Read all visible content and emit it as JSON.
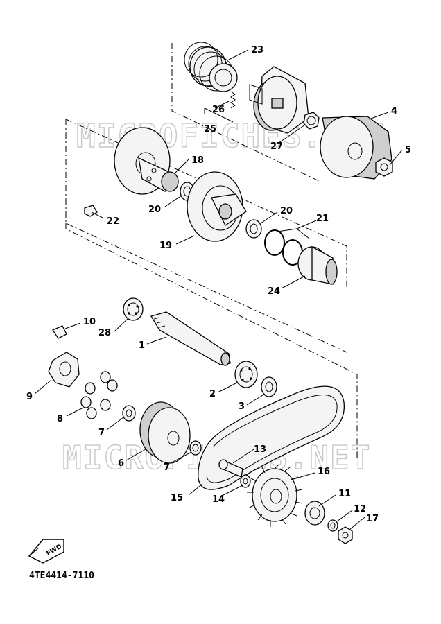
{
  "diagram": {
    "reference_code": "4TE4414-7110",
    "fwd_label": "FWD",
    "watermark_text": "MICROFICHES.NET",
    "callouts": [
      "1",
      "2",
      "3",
      "4",
      "5",
      "6",
      "7",
      "7",
      "8",
      "9",
      "10",
      "11",
      "12",
      "13",
      "14",
      "15",
      "16",
      "17",
      "18",
      "19",
      "20",
      "20",
      "21",
      "22",
      "23",
      "24",
      "25",
      "26",
      "27",
      "28"
    ]
  }
}
